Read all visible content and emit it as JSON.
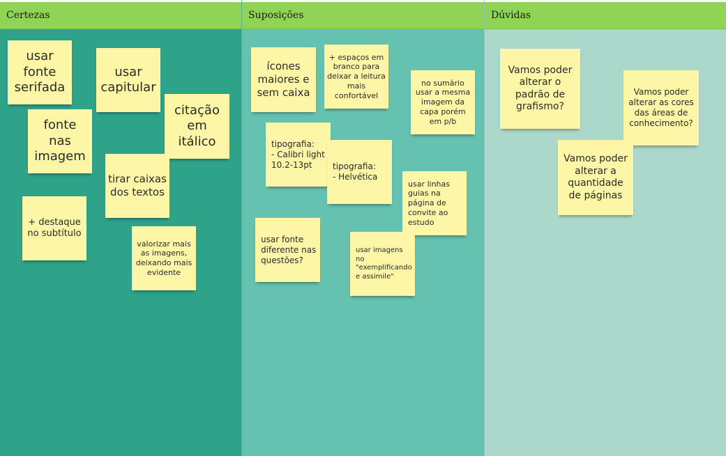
{
  "columns": [
    {
      "title": "Certezas"
    },
    {
      "title": "Suposições"
    },
    {
      "title": "Dúvidas"
    }
  ],
  "notes": {
    "certezas": [
      "usar fonte serifada",
      "usar capitular",
      "fonte nas imagem",
      "citação em itálico",
      "tirar caixas dos textos",
      "+ destaque no subtítulo",
      "valorizar mais as imagens, deixando mais evidente"
    ],
    "suposicoes": [
      "ícones maiores e sem caixa",
      "+ espaços em branco para deixar a leitura mais confortável",
      "no sumário usar a mesma imagem da capa porém em p/b",
      "tipografia:\n- Calibri light 10.2-13pt",
      "tipografia:\n- Helvética",
      "usar linhas guias na página de convite ao estudo",
      "usar fonte diferente nas questões?",
      "usar imagens no \"exemplificando e assimile\""
    ],
    "duvidas": [
      "Vamos poder alterar o padrão de grafismo?",
      "Vamos poder alterar as cores das áreas de conhecimento?",
      "Vamos poder alterar a quantidade de páginas"
    ]
  },
  "colors": {
    "header": "#8fd455",
    "certezas_bg": "#2fa38a",
    "suposicoes_bg": "#66c2b0",
    "duvidas_bg": "#acd8cc",
    "note": "#fcf6a6"
  }
}
